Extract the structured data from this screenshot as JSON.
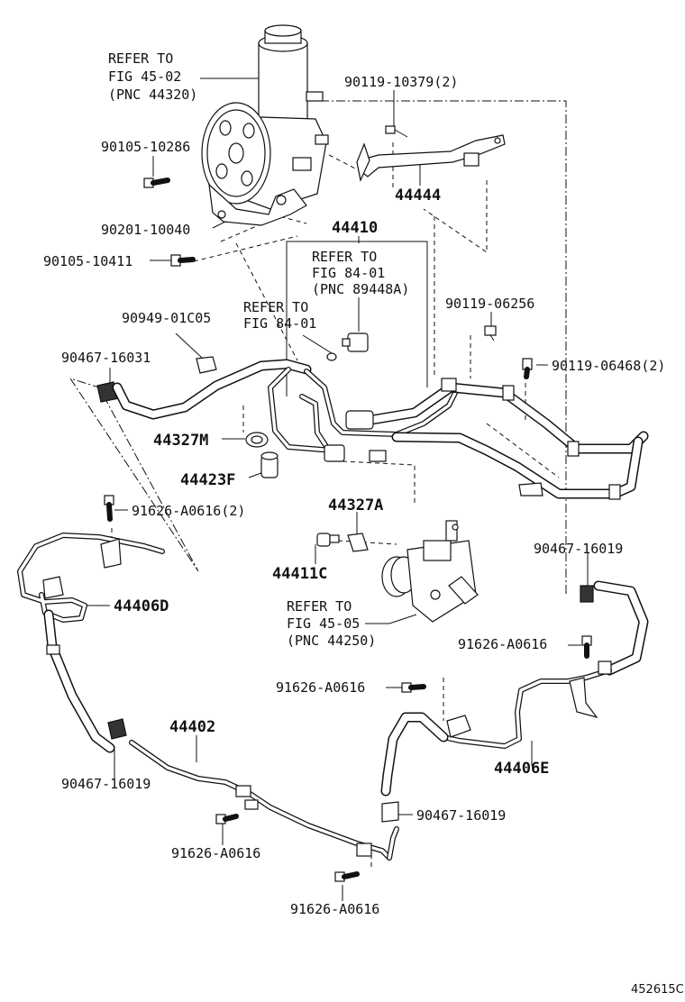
{
  "labels": {
    "refer_45_02_l1": "REFER TO",
    "refer_45_02_l2": "FIG 45-02",
    "refer_45_02_l3": "(PNC 44320)",
    "p_90119_10379": "90119-10379(2)",
    "p_90105_10286": "90105-10286",
    "p_44444": "44444",
    "p_90201_10040": "90201-10040",
    "p_44410": "44410",
    "p_90105_10411": "90105-10411",
    "refer_84_01a_l1": "REFER TO",
    "refer_84_01a_l2": "FIG 84-01",
    "refer_84_01a_l3": "(PNC 89448A)",
    "refer_84_01b_l1": "REFER TO",
    "refer_84_01b_l2": "FIG 84-01",
    "p_90119_06256": "90119-06256",
    "p_90949_01C05": "90949-01C05",
    "p_90467_16031": "90467-16031",
    "p_90119_06468": "90119-06468(2)",
    "p_44327M": "44327M",
    "p_44423F": "44423F",
    "p_91626_A0616_2": "91626-A0616(2)",
    "p_44327A": "44327A",
    "p_90467_16019_a": "90467-16019",
    "p_44411C": "44411C",
    "p_44406D": "44406D",
    "refer_45_05_l1": "REFER TO",
    "refer_45_05_l2": "FIG 45-05",
    "refer_45_05_l3": "(PNC 44250)",
    "p_91626_A0616_a": "91626-A0616",
    "p_91626_A0616_b": "91626-A0616",
    "p_44402": "44402",
    "p_44406E": "44406E",
    "p_90467_16019_b": "90467-16019",
    "p_90467_16019_c": "90467-16019",
    "p_91626_A0616_c": "91626-A0616",
    "p_91626_A0616_d": "91626-A0616",
    "drawing_code": "452615C"
  }
}
